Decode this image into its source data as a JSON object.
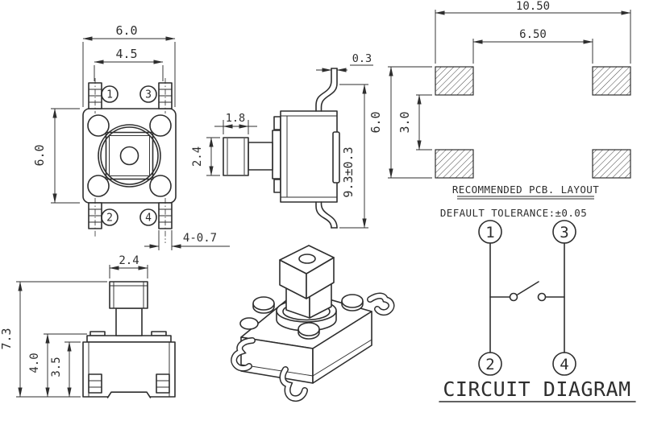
{
  "colors": {
    "line": "#2e2e2e",
    "background": "#ffffff"
  },
  "top_view": {
    "dim_body_width": "6.0",
    "dim_pin_pitch": "4.5",
    "dim_body_height": "6.0",
    "dim_lead_width": "4-0.7",
    "pins": [
      "1",
      "3",
      "2",
      "4"
    ]
  },
  "side_view": {
    "dim_lead_thickness": "0.3",
    "dim_plunger_tip_width": "1.8",
    "dim_plunger_width": "2.4",
    "dim_overall_height": "9.3±0.3"
  },
  "pcb_layout": {
    "dim_pad_span_outer": "10.50",
    "dim_pad_span_inner": "6.50",
    "dim_pad_height_outer": "6.0",
    "dim_pad_gap": "3.0",
    "title": "RECOMMENDED PCB. LAYOUT",
    "tolerance": "DEFAULT TOLERANCE:±0.05"
  },
  "front_view": {
    "dim_plunger_width": "2.4",
    "dim_overall_height": "7.3",
    "dim_base_to_flange": "4.0",
    "dim_body_height": "3.5"
  },
  "circuit_diagram": {
    "pins": [
      "1",
      "3",
      "2",
      "4"
    ],
    "title": "CIRCUIT DIAGRAM"
  }
}
